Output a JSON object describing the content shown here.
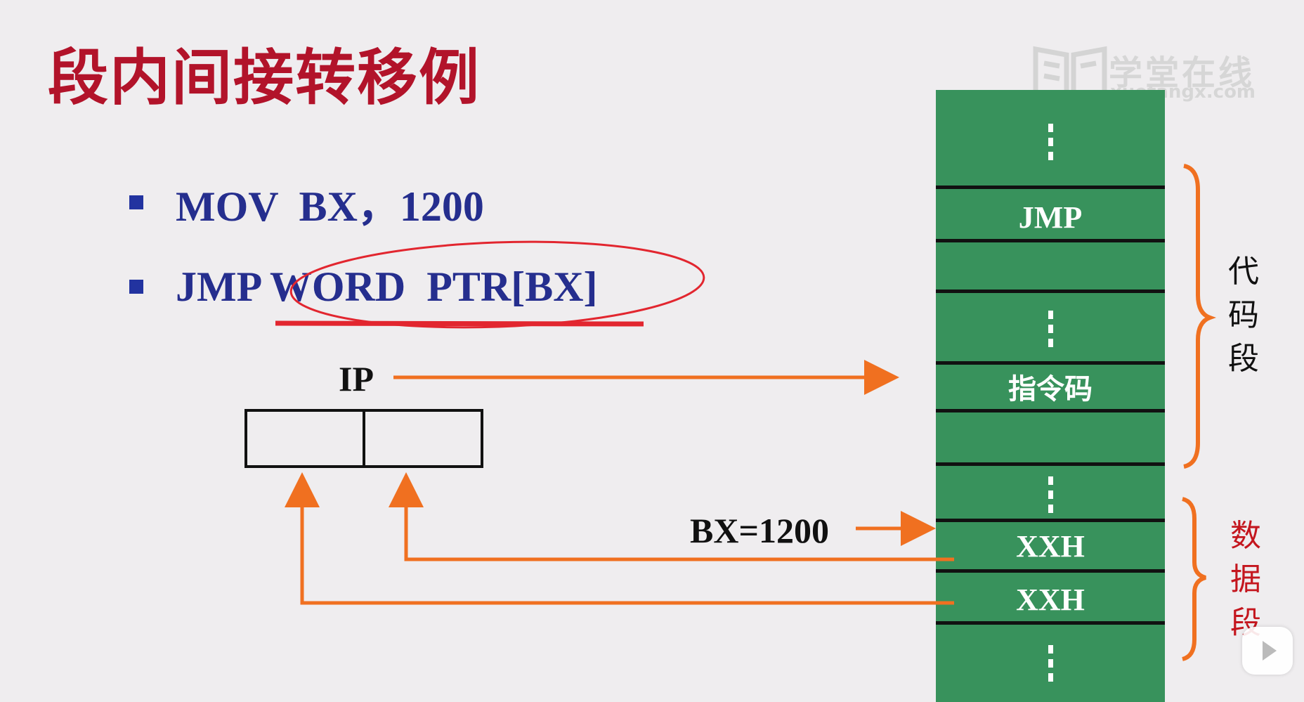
{
  "title": "段内间接转移例",
  "bullets": [
    "MOV  BX，1200",
    "JMP WORD  PTR[BX]"
  ],
  "watermark": {
    "cn": "学堂在线",
    "en": "xuetangx.com"
  },
  "ip_label": "IP",
  "bx_label": "BX=1200",
  "memory_cells": {
    "jmp": "JMP",
    "opcode": "指令码",
    "data1": "XXH",
    "data2": "XXH"
  },
  "code_segment_label": "代码段",
  "data_segment_label": "数据段",
  "colors": {
    "title": "#b2132a",
    "bullet_text": "#252e8e",
    "memory": "#38925c",
    "arrow": "#f07020",
    "annotation": "#e2262f",
    "data_label": "#c4161e"
  }
}
